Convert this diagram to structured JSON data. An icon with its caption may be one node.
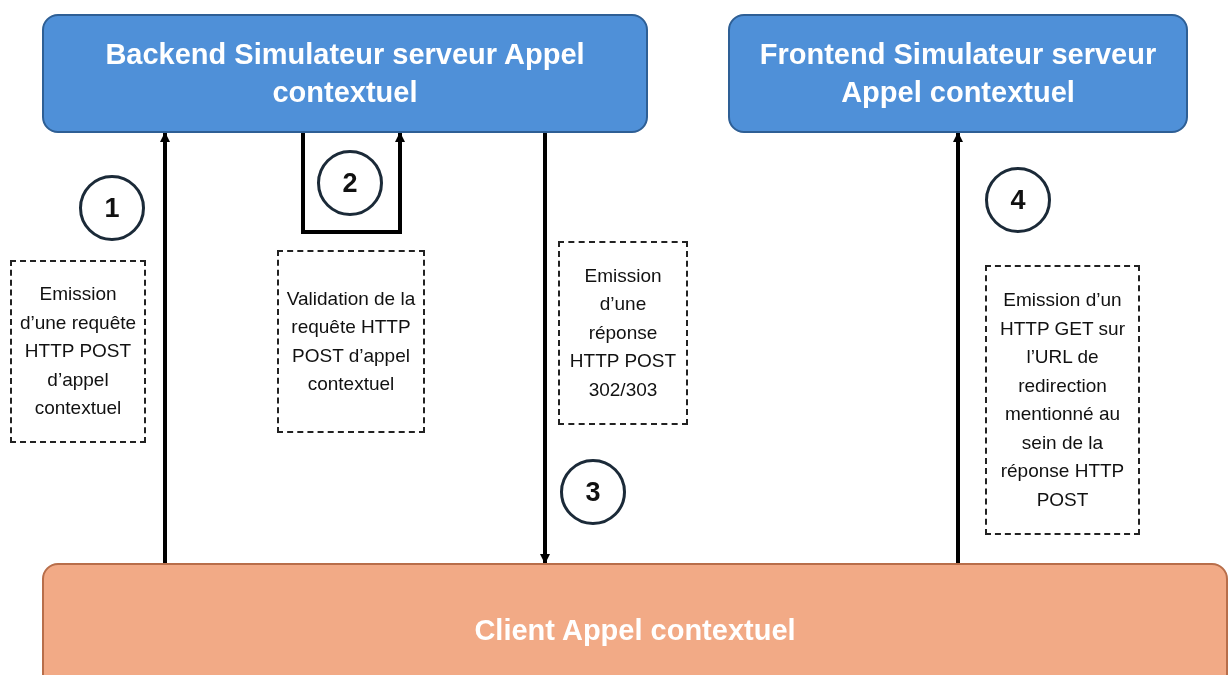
{
  "diagram": {
    "nodes": [
      {
        "text": [
          "Backend Simulateur serveur Appel contextuel"
        ]
      },
      {
        "text": [
          "Frontend Simulateur serveur Appel contextuel"
        ]
      },
      {
        "text": [
          "Client Appel contextuel"
        ]
      },
      {
        "text": [
          "1"
        ]
      },
      {
        "text": [
          "2"
        ]
      },
      {
        "text": [
          "3"
        ]
      },
      {
        "text": [
          "4"
        ]
      },
      {
        "text": [
          "Emission d’une requête HTTP POST d’appel contextuel"
        ]
      },
      {
        "text": [
          "Validation de la requête HTTP POST d’appel contextuel"
        ]
      },
      {
        "text": [
          "Emission d’une réponse HTTP POST 302/303"
        ]
      },
      {
        "text": [
          "Emission d’un HTTP GET sur l’URL de redirection mentionné au sein de la réponse HTTP POST"
        ]
      }
    ],
    "edges": [
      {
        "from": 2,
        "to": 0,
        "arrow": "to"
      },
      {
        "from": 0,
        "to": 0,
        "arrow": "to"
      },
      {
        "from": 0,
        "to": 2,
        "arrow": "to"
      },
      {
        "from": 2,
        "to": 1,
        "arrow": "to"
      }
    ]
  }
}
